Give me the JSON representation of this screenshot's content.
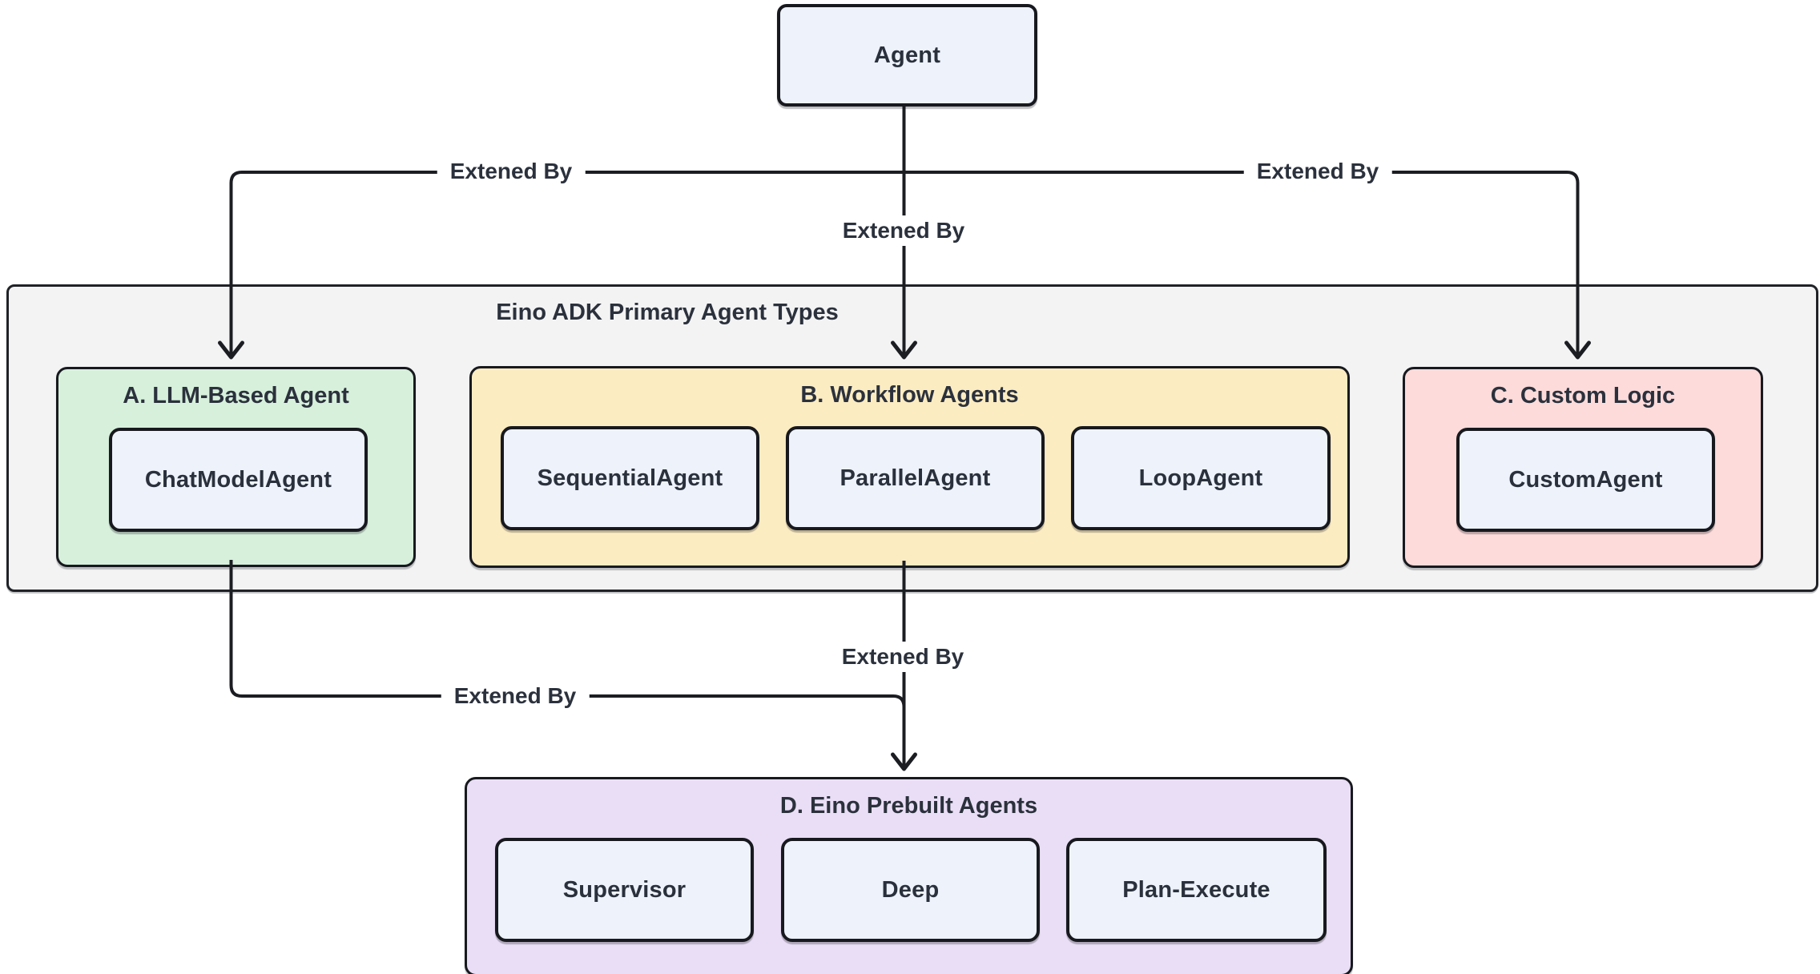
{
  "diagram": {
    "root_node": {
      "label": "Agent"
    },
    "edge_labels": {
      "top_left": "Extened By",
      "top_center": "Extened By",
      "top_right": "Extened By",
      "bottom_left": "Extened By",
      "bottom_center": "Extened By"
    },
    "primary_container": {
      "title": "Eino ADK Primary Agent Types",
      "groups": [
        {
          "id": "A",
          "title": "A. LLM-Based Agent",
          "fill": "#d7f0dc",
          "nodes": [
            {
              "label": "ChatModelAgent"
            }
          ]
        },
        {
          "id": "B",
          "title": "B. Workflow Agents",
          "fill": "#fcecc2",
          "nodes": [
            {
              "label": "SequentialAgent"
            },
            {
              "label": "ParallelAgent"
            },
            {
              "label": "LoopAgent"
            }
          ]
        },
        {
          "id": "C",
          "title": "C. Custom Logic",
          "fill": "#fcdbda",
          "nodes": [
            {
              "label": "CustomAgent"
            }
          ]
        }
      ]
    },
    "prebuilt_group": {
      "id": "D",
      "title": "D. Eino Prebuilt Agents",
      "fill": "#eadef6",
      "nodes": [
        {
          "label": "Supervisor"
        },
        {
          "label": "Deep"
        },
        {
          "label": "Plan-Execute"
        }
      ]
    },
    "colors": {
      "canvas_bg": "#ffffff",
      "node_fill": "#edf2fb",
      "node_border": "#17191e",
      "edge_stroke": "#1b1d22",
      "text": "#2b313c",
      "container_fill": "#f3f3f4",
      "group_a_fill": "#d7f0dc",
      "group_b_fill": "#fcecc2",
      "group_c_fill": "#fcdbda",
      "group_d_fill": "#eadef6"
    }
  }
}
